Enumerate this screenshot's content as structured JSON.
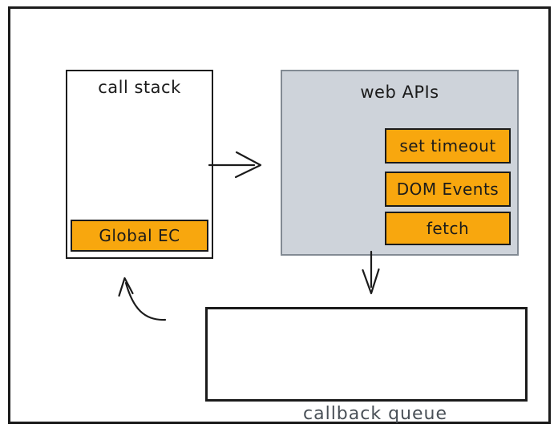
{
  "colors": {
    "ink": "#1b1b1b",
    "accent_orange": "#f8a70e",
    "panel_gray": "#ced3da",
    "panel_gray_border": "#828a93",
    "queue_label": "#495057",
    "background": "#ffffff"
  },
  "diagram": {
    "call_stack": {
      "title": "call stack",
      "items": [
        {
          "label": "Global EC"
        }
      ]
    },
    "web_apis": {
      "title": "web APIs",
      "items": [
        {
          "label": "set timeout"
        },
        {
          "label": "DOM Events"
        },
        {
          "label": "fetch"
        }
      ]
    },
    "callback_queue": {
      "title": "callback queue",
      "items": []
    },
    "arrows": [
      {
        "from": "call-stack",
        "to": "web-apis",
        "direction": "right"
      },
      {
        "from": "web-apis",
        "to": "callback-queue",
        "direction": "down"
      },
      {
        "from": "callback-queue",
        "to": "call-stack",
        "direction": "curved-up-left"
      }
    ]
  }
}
